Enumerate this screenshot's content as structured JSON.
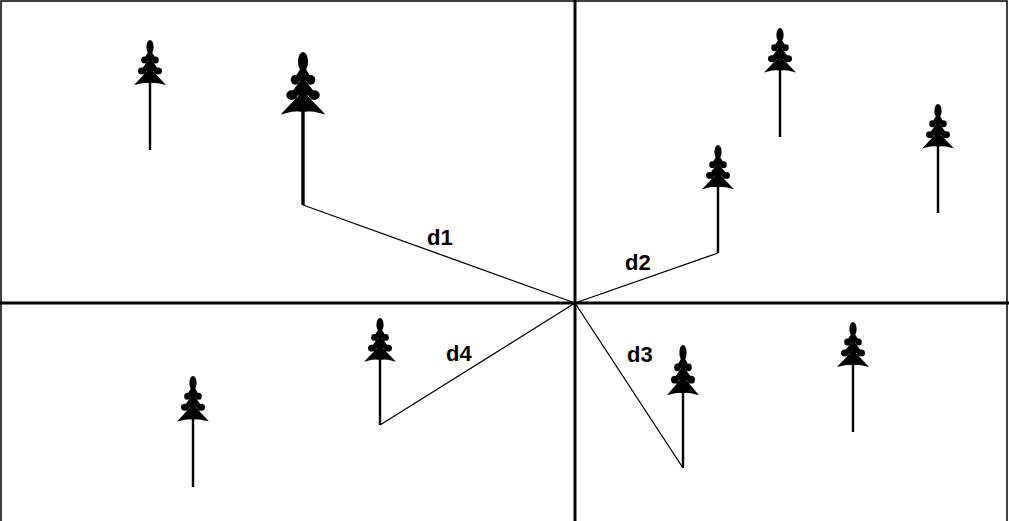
{
  "diagram": {
    "labels": [
      "d1",
      "d2",
      "d3",
      "d4"
    ]
  }
}
